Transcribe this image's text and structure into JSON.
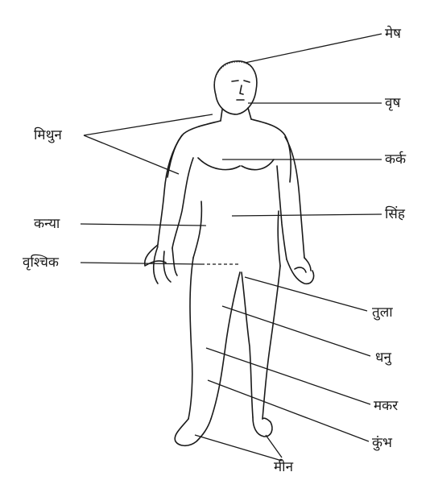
{
  "labels": {
    "mesh": "मेष",
    "vrish": "वृष",
    "mithun": "मिथुन",
    "kark": "कर्क",
    "kanya": "कन्या",
    "simha": "सिंह",
    "vrishchik": "वृश्चिक",
    "tula": "तुला",
    "dhanu": "धनु",
    "makar": "मकर",
    "kumbh": "कुंभ",
    "meen": "मीन"
  },
  "colors": {
    "ink": "#1a1a1a",
    "background": "#ffffff"
  }
}
